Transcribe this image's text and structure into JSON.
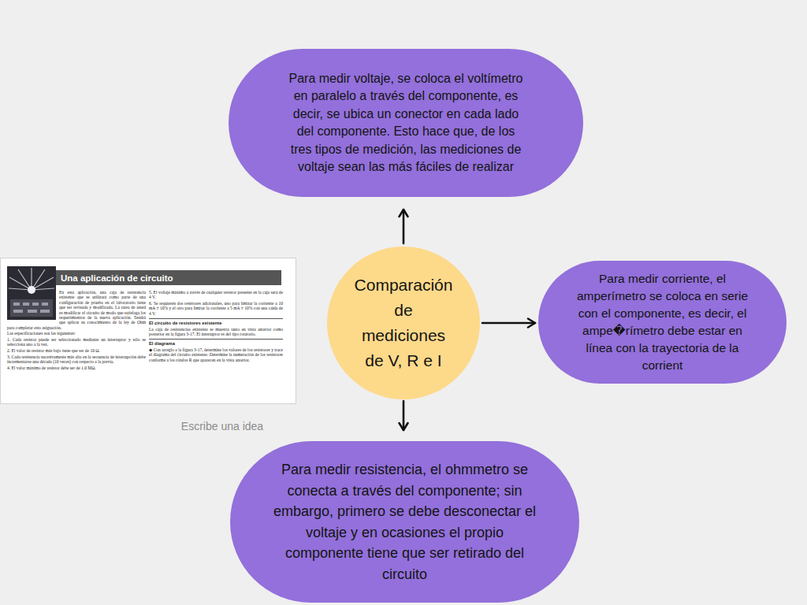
{
  "diagram": {
    "nodes": [
      {
        "text": [
          "Comparación de mediciones de V, R e I"
        ]
      },
      {
        "text": [
          "Para medir voltaje, se coloca el voltímetro en paralelo a través del componente, es decir, se ubica un conector en cada lado del componente. Esto hace que, de los tres tipos de medición, las mediciones de voltaje sean las más fáciles de realizar"
        ]
      },
      {
        "text": [
          "Para medir corriente, el amperímetro se coloca en serie con el componente, es decir, el ampe�rímetro debe estar en línea con la trayectoria de la corrient"
        ]
      },
      {
        "text": [
          "Para medir resistencia, el ohmmetro se conecta a través del componente; sin embargo, primero se debe desconectar el voltaje y en ocasiones el propio componente tiene que ser retirado del circuito"
        ]
      }
    ],
    "edges": [
      {
        "from": 0,
        "to": 1,
        "arrow": "to"
      },
      {
        "from": 0,
        "to": 2,
        "arrow": "to"
      },
      {
        "from": 0,
        "to": 3,
        "arrow": "to"
      }
    ],
    "labels": [
      "Una aplicación de circuito",
      "En esta aplicación, una caja de resistencia existente que se utilizará como parte de una configuración de prueba en el laboratorio tiene que ser revisada y modificada. La tarea de usted es modificar el circuito de modo que satisfaga los requerimientos de la nueva aplicación. Tendrá que aplicar su conocimiento de la ley de Ohm para completar esta asignación.",
      "Las especificaciones son las siguientes:",
      "1. Cada resistor puede ser seleccionado mediante un interruptor y sólo se selecciona uno a la vez.",
      "2. El valor de resistor más bajo tiene que ser de 10 Ω.",
      "3. Cada resistencia sucesivamente más alta en la secuencia de interrupción debe incrementarse una década (10 veces) con respecto a la previa.",
      "4. El valor máximo de resistor debe ser de 1.0 MΩ.",
      "5. El voltaje máximo a través de cualquier resistor presente en la caja será de 4 V.",
      "6. Se requieren dos resistores adicionales, uno para limitar la corriente a 10 mA ± 10% y el otro para limitar la corriente a 5 mA ± 10% con una caída de 4 V.",
      "El circuito de resistores existente",
      "La caja de resistencias existente se muestra tanto en vista anterior como posterior en la figura 3-17. El interruptor es del tipo rotatorio.",
      "El diagrama",
      "◆ Con arreglo a la figura 3-17, determine los valores de los resistores y trace el diagrama del circuito existente. Determine la numeración de los resistores conforme a los rótulos R que aparecen en la vista anterior.",
      "Escribe una idea"
    ]
  }
}
